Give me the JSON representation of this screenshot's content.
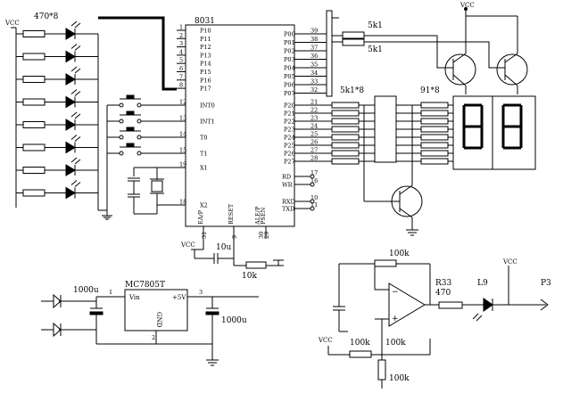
{
  "labels": {
    "led_resistors": "470*8",
    "mcu": "8031",
    "base_res_1": "5k1",
    "base_res_2": "5k1",
    "seg_res_array": "5k1*8",
    "seg_res": "91*8",
    "regulator": "MC7805T",
    "reg_in": "Vin",
    "reg_out": "+5V",
    "reg_gnd": "GND",
    "cap_in": "1000u",
    "cap_out": "1000u",
    "cap_reset": "10u",
    "res_reset": "10k",
    "res_fb": "100k",
    "res_in": "100k",
    "res_bias": "100k",
    "res_out_name": "R33",
    "res_out_val": "470",
    "led_out": "L9",
    "port_out": "P3"
  },
  "vcc": [
    "VCC",
    "VCC",
    "VCC",
    "VCC",
    "VCC"
  ],
  "mcu_left_pins": [
    {
      "num": "1",
      "name": "P10"
    },
    {
      "num": "2",
      "name": "P11"
    },
    {
      "num": "3",
      "name": "P12"
    },
    {
      "num": "4",
      "name": "P13"
    },
    {
      "num": "5",
      "name": "P14"
    },
    {
      "num": "6",
      "name": "P15"
    },
    {
      "num": "7",
      "name": "P16"
    },
    {
      "num": "8",
      "name": "P17"
    },
    {
      "num": "12",
      "name": "INT0"
    },
    {
      "num": "13",
      "name": "INT1"
    },
    {
      "num": "14",
      "name": "T0"
    },
    {
      "num": "15",
      "name": "T1"
    },
    {
      "num": "19",
      "name": "X1"
    },
    {
      "num": "18",
      "name": "X2"
    }
  ],
  "mcu_p0_pins": [
    {
      "num": "39",
      "name": "P00"
    },
    {
      "num": "38",
      "name": "P01"
    },
    {
      "num": "37",
      "name": "P02"
    },
    {
      "num": "36",
      "name": "P03"
    },
    {
      "num": "35",
      "name": "P04"
    },
    {
      "num": "34",
      "name": "P05"
    },
    {
      "num": "33",
      "name": "P06"
    },
    {
      "num": "32",
      "name": "P07"
    }
  ],
  "mcu_p2_pins": [
    {
      "num": "21",
      "name": "P20"
    },
    {
      "num": "22",
      "name": "P21"
    },
    {
      "num": "23",
      "name": "P22"
    },
    {
      "num": "24",
      "name": "P23"
    },
    {
      "num": "25",
      "name": "P24"
    },
    {
      "num": "26",
      "name": "P25"
    },
    {
      "num": "27",
      "name": "P26"
    },
    {
      "num": "28",
      "name": "P27"
    }
  ],
  "mcu_misc_pins": [
    {
      "num": "17",
      "name": "RD"
    },
    {
      "num": "16",
      "name": "WR"
    },
    {
      "num": "10",
      "name": "RXD"
    },
    {
      "num": "11",
      "name": "TXD"
    }
  ],
  "mcu_bottom_pins": [
    {
      "num": "31",
      "name": "EA/P"
    },
    {
      "num": "9",
      "name": "RESET"
    },
    {
      "num": "30",
      "name": "ALE/P"
    },
    {
      "num": "29",
      "name": "PSEN"
    }
  ],
  "reg_pins": [
    "1",
    "3",
    "2"
  ],
  "colors": {
    "ink": "#000000",
    "paper": "#ffffff"
  }
}
